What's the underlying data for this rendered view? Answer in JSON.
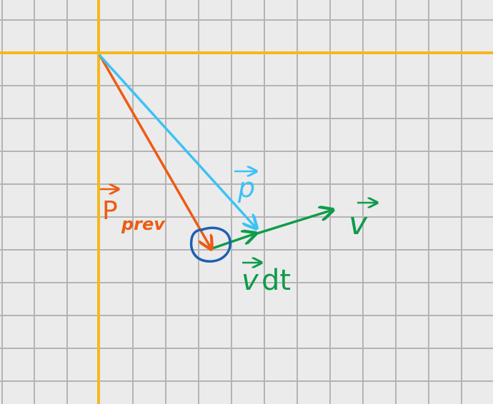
{
  "colors": {
    "background": "#ebebeb",
    "grid": "#b4b4b4",
    "axes": "#f5b81c",
    "p_prev": "#ee5b12",
    "p": "#3cc2f5",
    "velocity": "#0f9b4a",
    "circle": "#1c5fb3"
  },
  "labels": {
    "p_prev_main": "P",
    "p_prev_sub": "prev",
    "p": "p",
    "v": "v",
    "vdt_v": "v",
    "vdt_rest": "dt"
  }
}
